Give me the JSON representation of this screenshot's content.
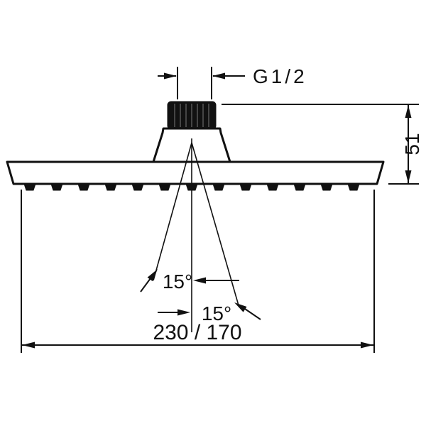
{
  "colors": {
    "background": "#ffffff",
    "line": "#111111"
  },
  "drawing": {
    "dimensions": {
      "thread": "G1/2",
      "height": "51",
      "spray_angle_left": "15°",
      "spray_angle_right": "15°",
      "width": "230 / 170"
    }
  }
}
